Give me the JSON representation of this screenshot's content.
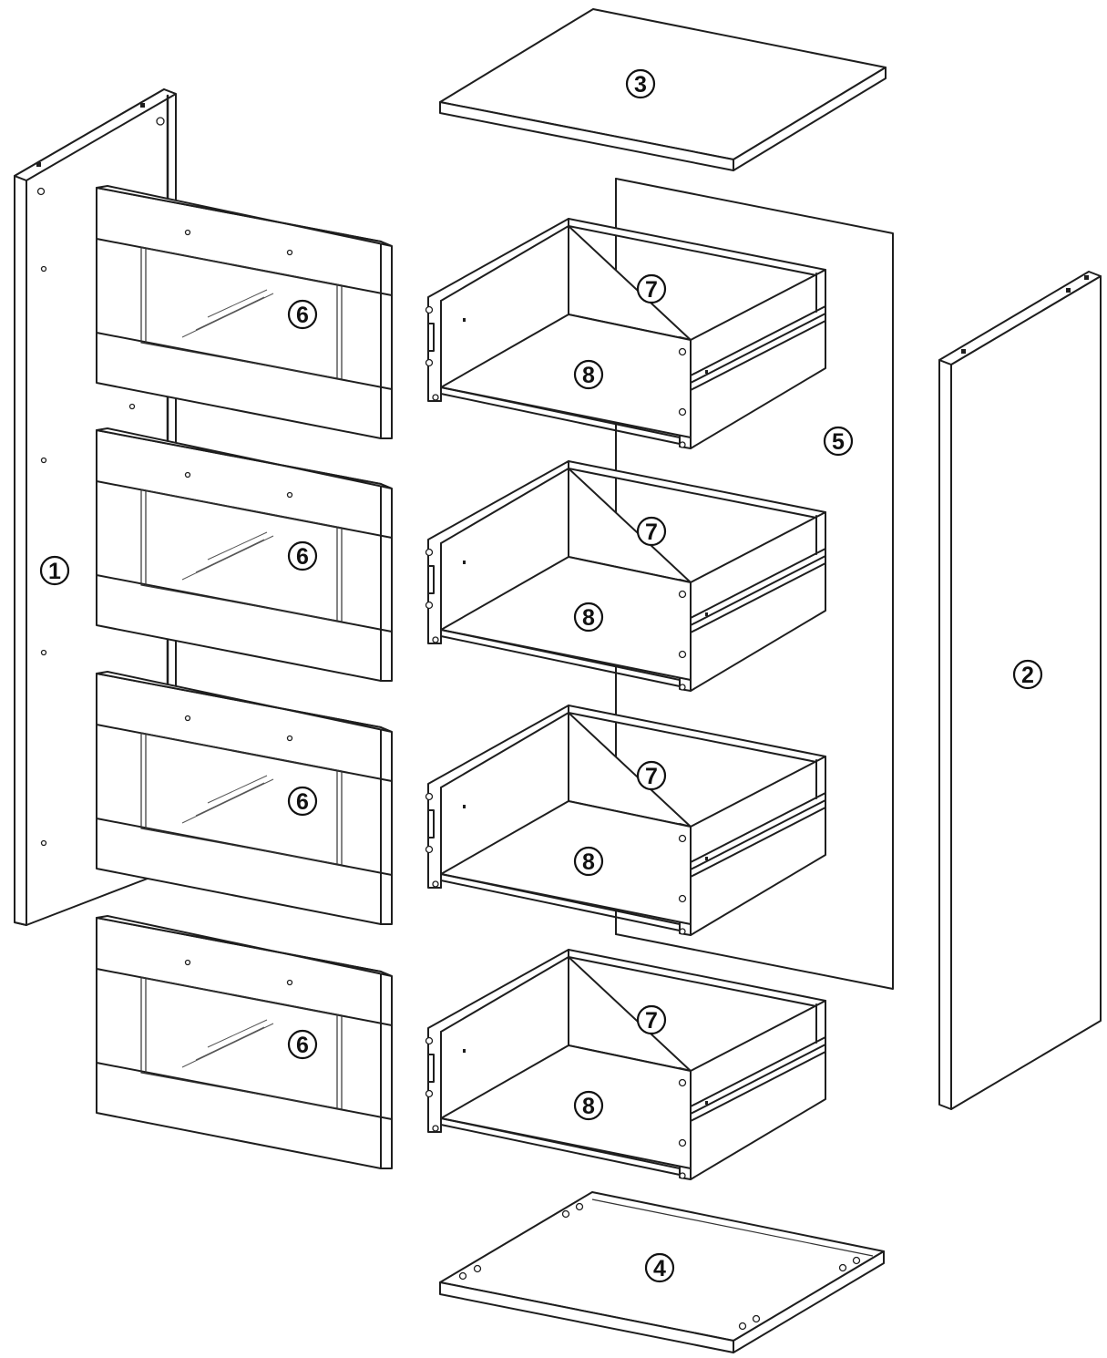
{
  "diagram": {
    "callouts": {
      "side_left": "1",
      "side_right": "2",
      "top_panel": "3",
      "bottom_panel": "4",
      "back_panel": "5",
      "drawer_front": "6",
      "drawer_body": "7",
      "drawer_bottom": "8"
    }
  }
}
